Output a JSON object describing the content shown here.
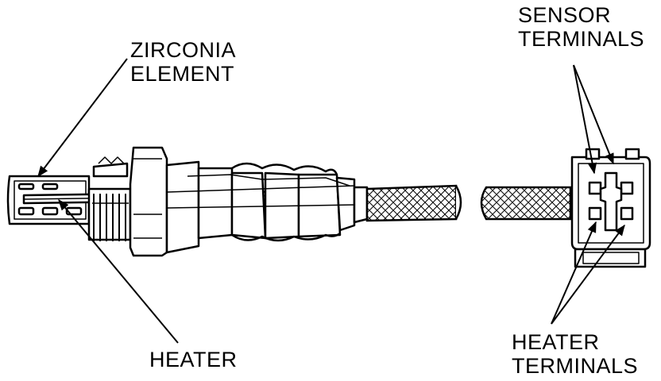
{
  "labels": {
    "zirconia_line1": "ZIRCONIA",
    "zirconia_line2": "ELEMENT",
    "heater": "HEATER",
    "sensor_line1": "SENSOR",
    "sensor_line2": "TERMINALS",
    "heater_term_line1": "HEATER",
    "heater_term_line2": "TERMINALS"
  }
}
